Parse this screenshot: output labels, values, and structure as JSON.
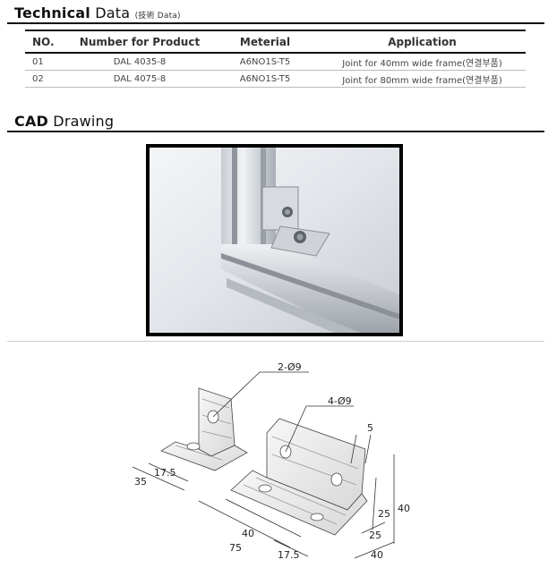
{
  "technical": {
    "title_bold": "Technical",
    "title_rest": " Data",
    "title_sub": "(技術 Data)",
    "headers": [
      "NO.",
      "Number for Product",
      "Meterial",
      "Application"
    ],
    "rows": [
      [
        "01",
        "DAL 4035-8",
        "A6NO1S-T5",
        "Joint for 40mm wide frame(연결부품)"
      ],
      [
        "02",
        "DAL 4075-8",
        "A6NO1S-T5",
        "Joint for 80mm wide frame(연결부품)"
      ]
    ]
  },
  "cad": {
    "title_bold": "CAD",
    "title_rest": " Drawing"
  },
  "drawing": {
    "small_hole": "2-Ø9",
    "large_hole": "4-Ø9",
    "dim_35": "35",
    "dim_17_5_small": "17.5",
    "dim_5": "5",
    "dim_40_right": "40",
    "dim_25_upper": "25",
    "dim_25_lower": "25",
    "dim_40_bottom_right": "40",
    "dim_40_base": "40",
    "dim_75": "75",
    "dim_17_5_large": "17.5"
  }
}
